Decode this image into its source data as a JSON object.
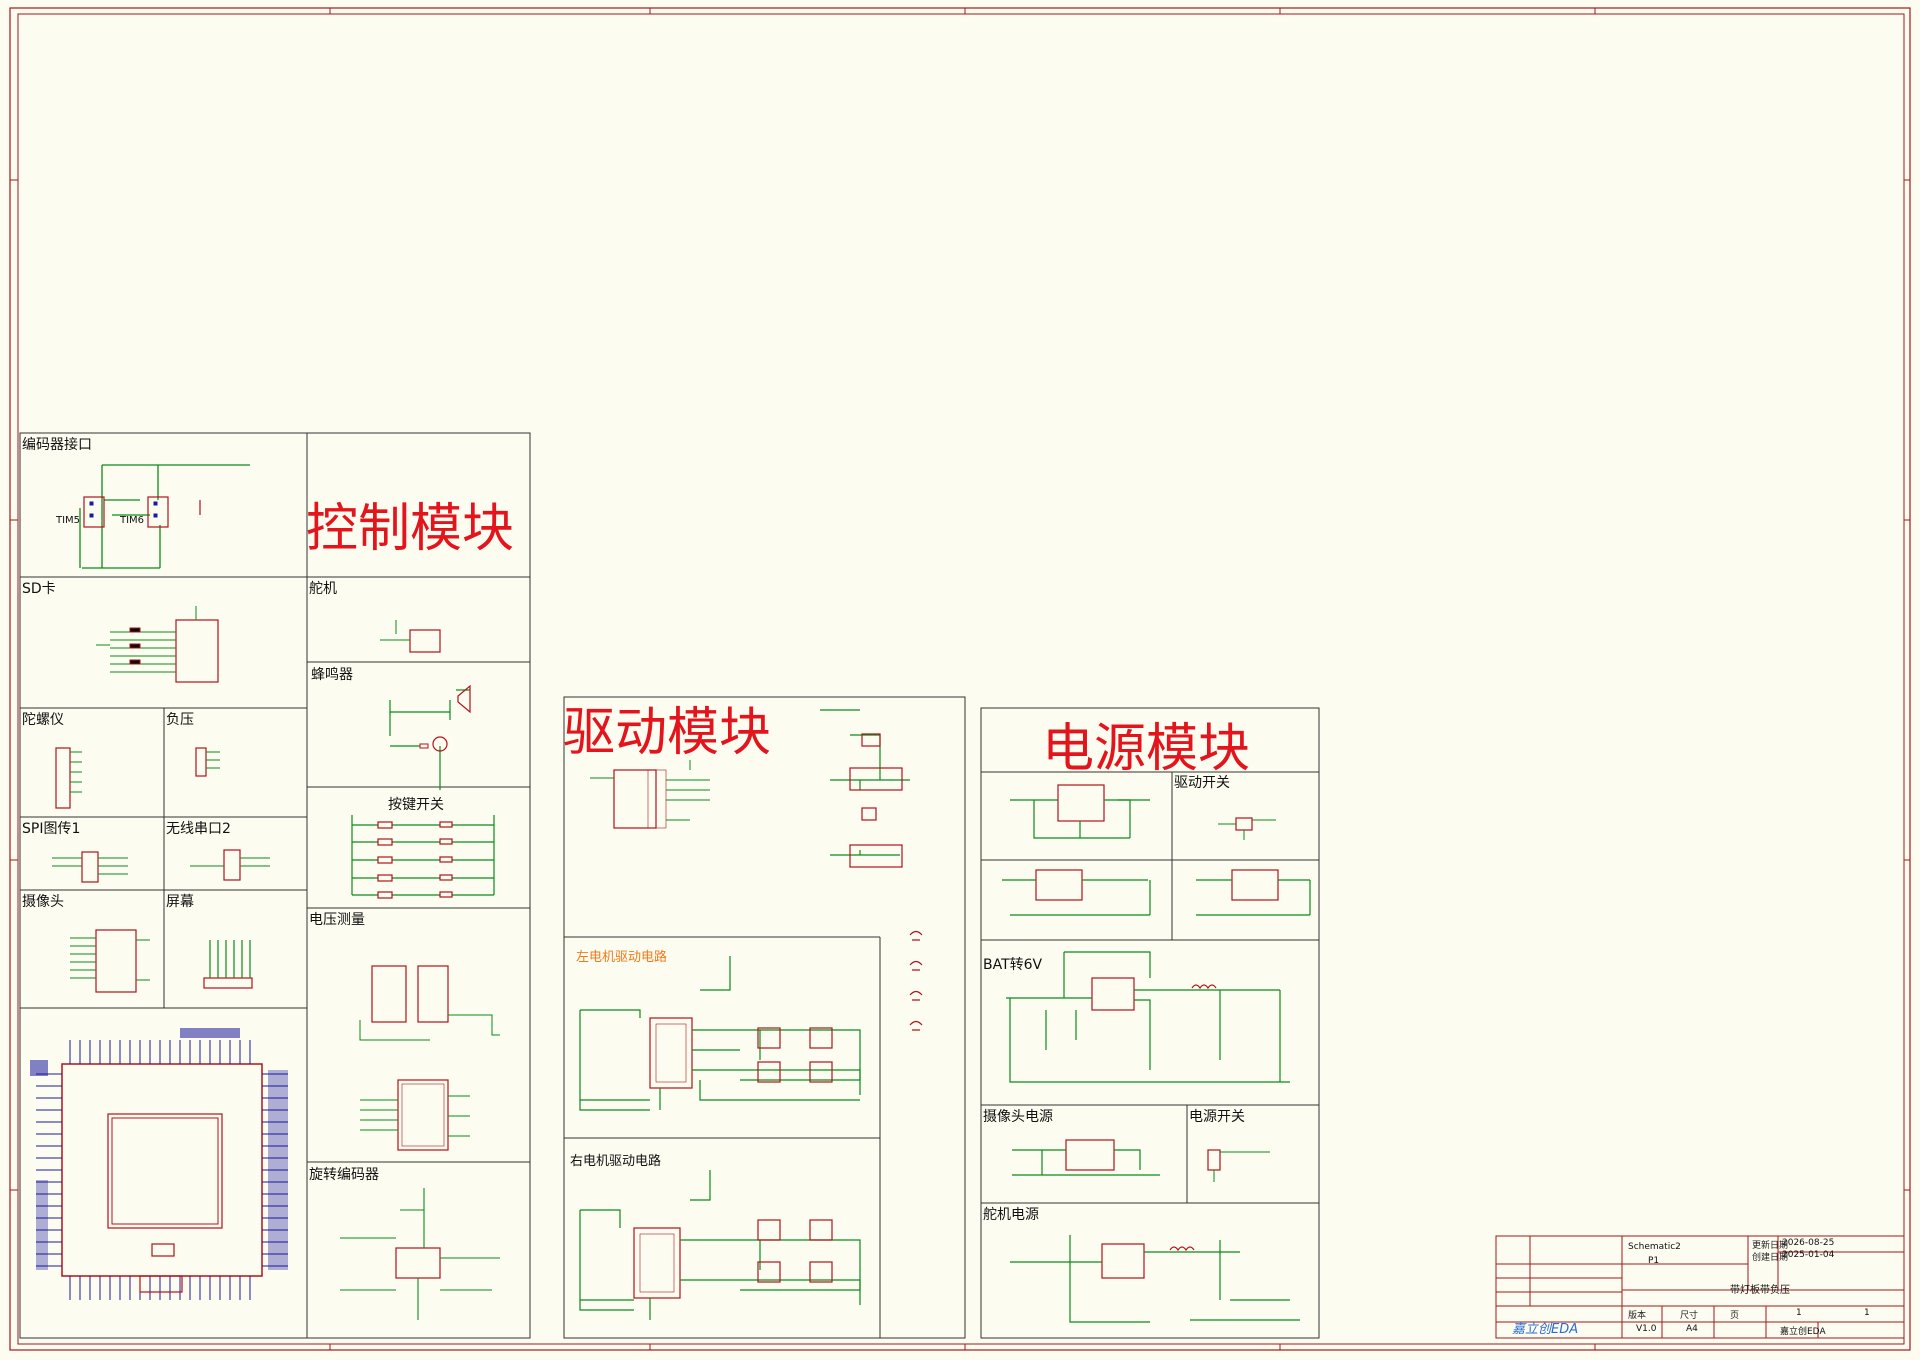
{
  "colors": {
    "frame": "#a3191c",
    "wire": "#0b8a1c",
    "part": "#b1131b",
    "pin": "#1a1a9c",
    "bg": "#fdfcf1",
    "title": "#e3141c"
  },
  "blocks": {
    "control": "控制模块",
    "drive": "驱动模块",
    "power": "电源模块"
  },
  "sections": {
    "encoder": "编码器接口",
    "sd": "SD卡",
    "gyro": "陀螺仪",
    "load": "负压",
    "spi": "SPI图传1",
    "wireless": "无线串口2",
    "camera": "摄像头",
    "screen": "屏幕",
    "servo": "舵机",
    "buzzer": "蜂鸣器",
    "keys": "按键开关",
    "voltage": "电压测量",
    "rotary": "旋转编码器",
    "left_motor": "左电机驱动电路",
    "right_motor": "右电机驱动电路",
    "drive_switch": "驱动开关",
    "bat6v": "BAT转6V",
    "cam_power": "摄像头电源",
    "power_switch": "电源开关",
    "servo_power": "舵机电源"
  },
  "parts": {
    "tim5": "TIM5",
    "tim6": "TIM6"
  },
  "titleblock": {
    "schematic": "Schematic2",
    "page": "P1",
    "project": "带灯板带负压",
    "version_label": "版本",
    "version": "V1.0",
    "size_label": "尺寸",
    "size": "A4",
    "update_label": "更新日期",
    "update_date": "2026-08-25",
    "create_label": "创建日期",
    "create_date": "2025-01-04",
    "page_of_label": "页",
    "page_no": "1",
    "page_total": "1",
    "company": "嘉立创EDA",
    "logo": "嘉立创EDA"
  }
}
